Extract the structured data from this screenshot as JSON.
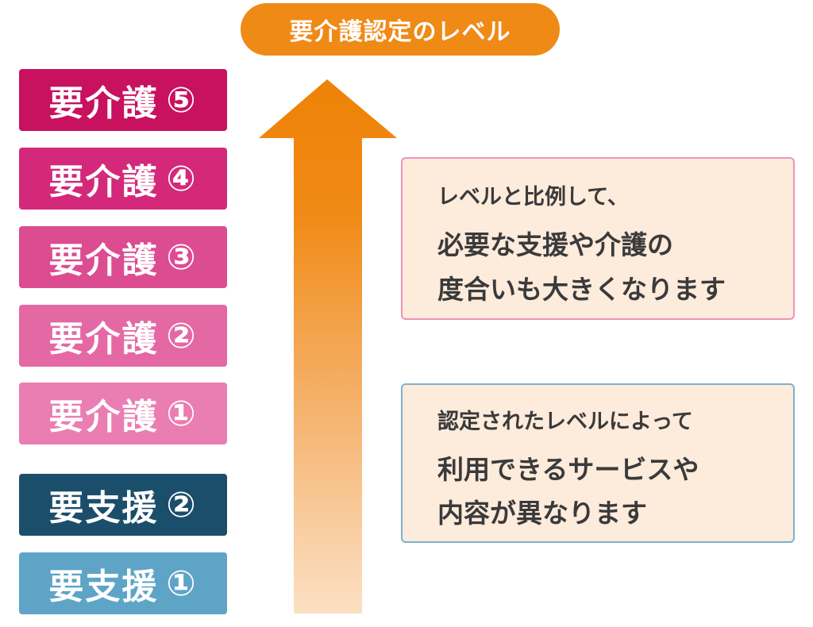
{
  "title": "要介護認定のレベル",
  "levels": [
    {
      "label": "要介護",
      "num": "⑤",
      "color": "#c8115f"
    },
    {
      "label": "要介護",
      "num": "④",
      "color": "#d4287a"
    },
    {
      "label": "要介護",
      "num": "③",
      "color": "#dc4c91"
    },
    {
      "label": "要介護",
      "num": "②",
      "color": "#e468a4"
    },
    {
      "label": "要介護",
      "num": "①",
      "color": "#ea7db1"
    },
    {
      "label": "要支援",
      "num": "②",
      "color": "#1b4e6b"
    },
    {
      "label": "要支援",
      "num": "①",
      "color": "#5ea4c7"
    }
  ],
  "notes": [
    {
      "lines": [
        "レベルと比例して、",
        "必要な支援や介護の",
        "度合いも大きくなります"
      ],
      "border_color": "#ef93b4"
    },
    {
      "lines": [
        "認定されたレベルによって",
        "利用できるサービスや",
        "内容が異なります"
      ],
      "border_color": "#7eb2cc"
    }
  ],
  "colors": {
    "arrow_top": "#ef8207",
    "arrow_bottom": "#fce0c4",
    "note_bg": "#fdebdc"
  }
}
